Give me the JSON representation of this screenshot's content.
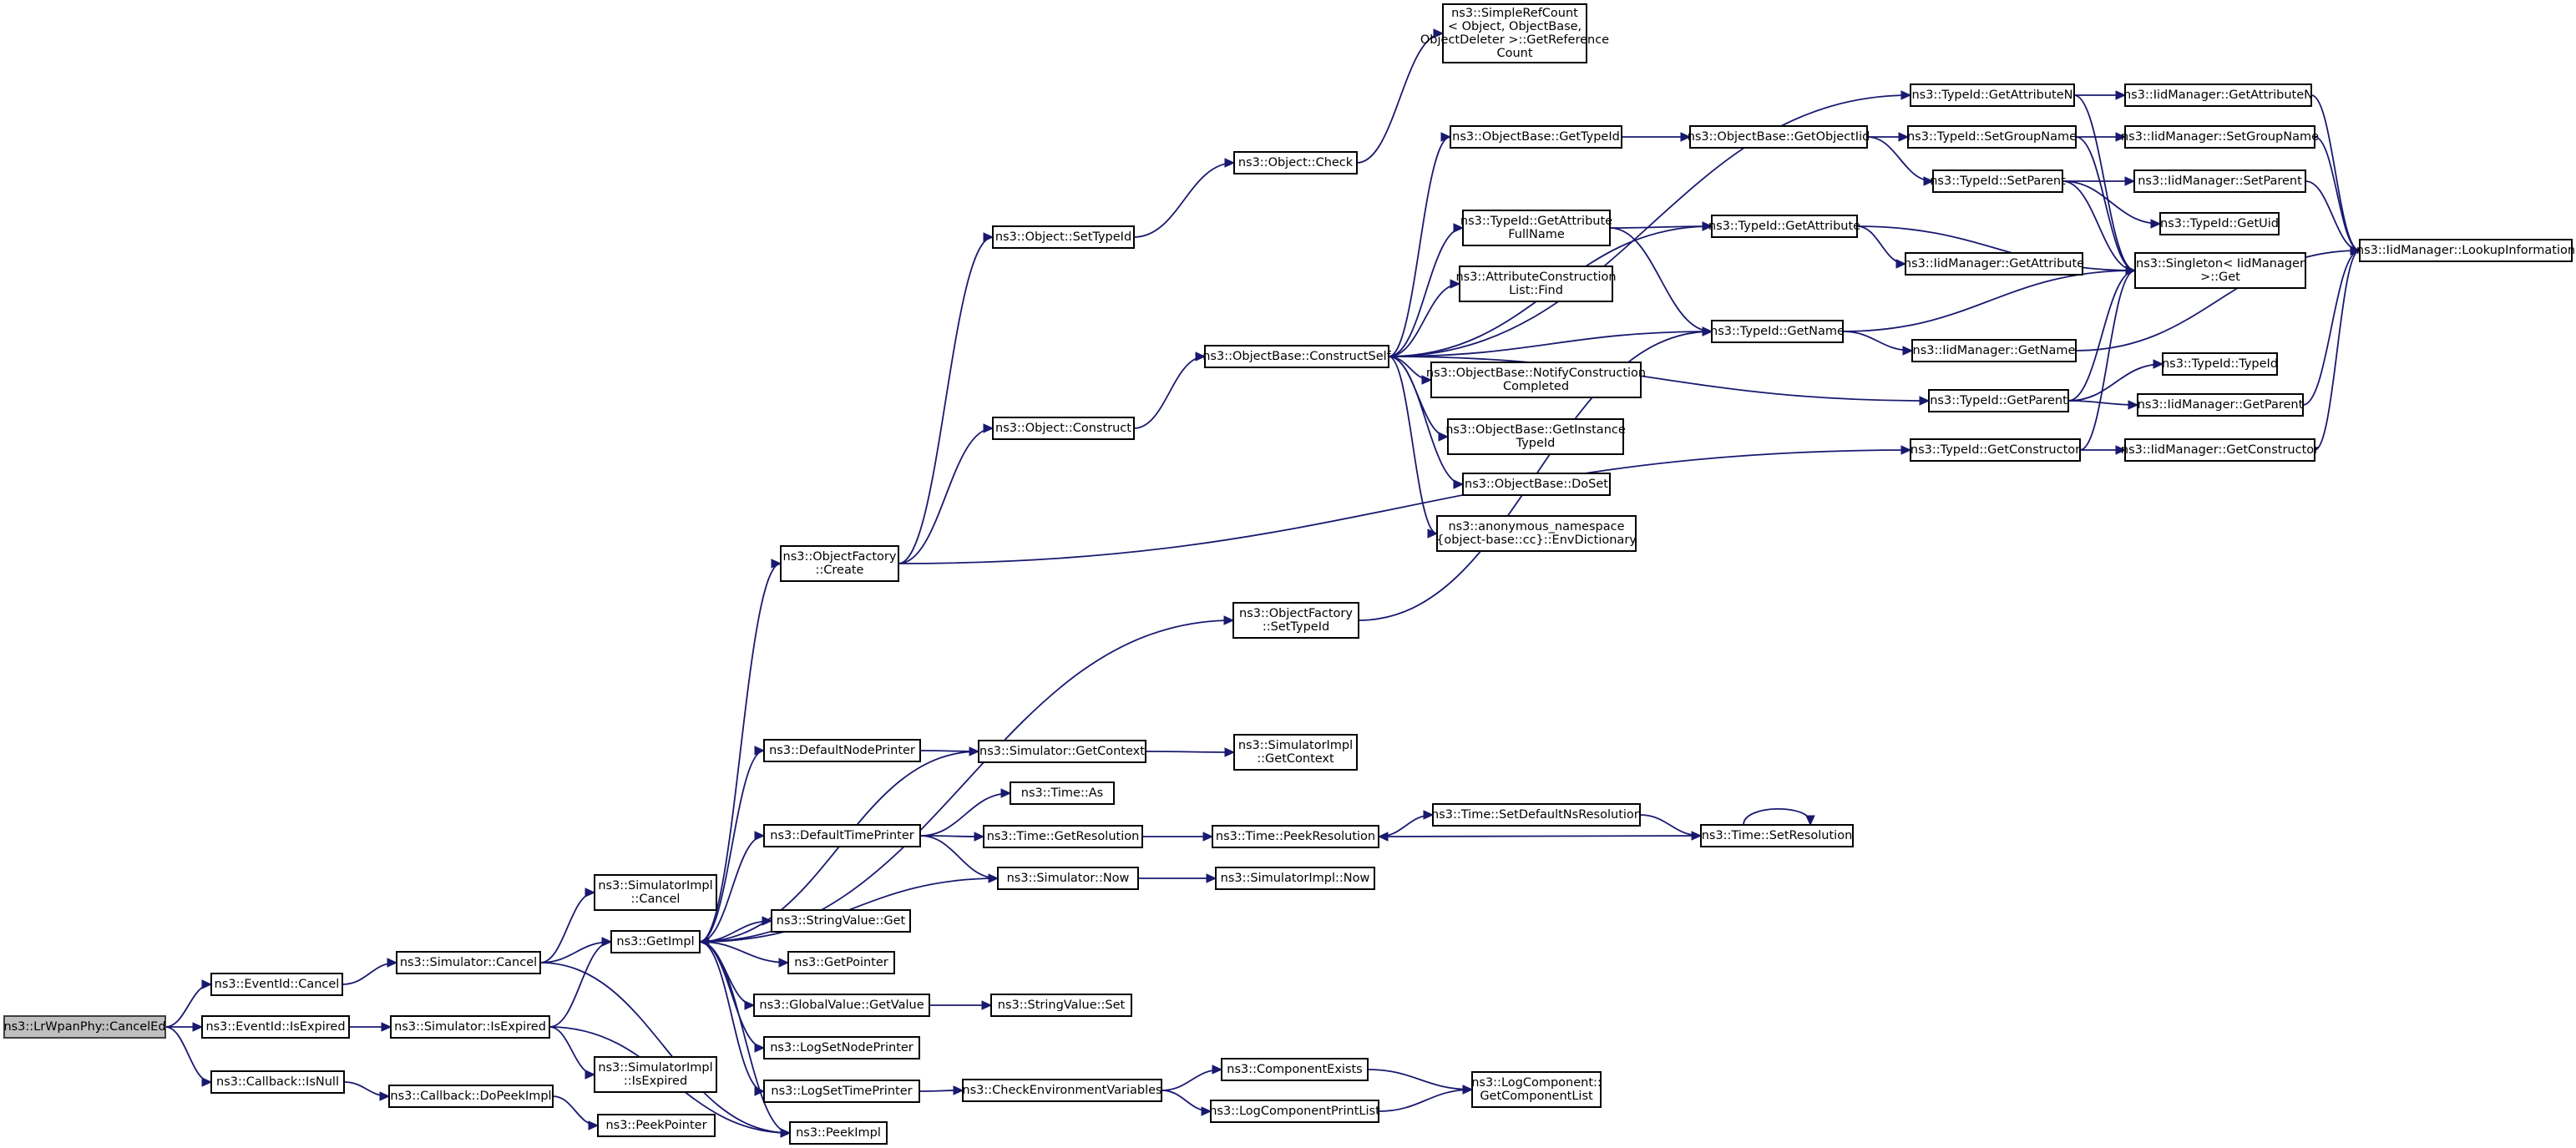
{
  "nodes": [
    {
      "id": "root",
      "lines": [
        "ns3::LrWpanPhy::CancelEd"
      ]
    },
    {
      "id": "eid_cancel",
      "lines": [
        "ns3::EventId::Cancel"
      ]
    },
    {
      "id": "eid_isexpired",
      "lines": [
        "ns3::EventId::IsExpired"
      ]
    },
    {
      "id": "cb_isnull",
      "lines": [
        "ns3::Callback::IsNull"
      ]
    },
    {
      "id": "sim_cancel",
      "lines": [
        "ns3::Simulator::Cancel"
      ]
    },
    {
      "id": "sim_isexpired",
      "lines": [
        "ns3::Simulator::IsExpired"
      ]
    },
    {
      "id": "cb_dopeek",
      "lines": [
        "ns3::Callback::DoPeekImpl"
      ]
    },
    {
      "id": "simimpl_cancel",
      "lines": [
        "ns3::SimulatorImpl",
        "::Cancel"
      ]
    },
    {
      "id": "getimpl",
      "lines": [
        "ns3::GetImpl"
      ]
    },
    {
      "id": "simimpl_isexpired",
      "lines": [
        "ns3::SimulatorImpl",
        "::IsExpired"
      ]
    },
    {
      "id": "peekpointer",
      "lines": [
        "ns3::PeekPointer"
      ]
    },
    {
      "id": "peekimpl",
      "lines": [
        "ns3::PeekImpl"
      ]
    },
    {
      "id": "objfactory_create",
      "lines": [
        "ns3::ObjectFactory",
        "::Create"
      ]
    },
    {
      "id": "defnodeprinter",
      "lines": [
        "ns3::DefaultNodePrinter"
      ]
    },
    {
      "id": "deftimeprinter",
      "lines": [
        "ns3::DefaultTimePrinter"
      ]
    },
    {
      "id": "stringvalue_get",
      "lines": [
        "ns3::StringValue::Get"
      ]
    },
    {
      "id": "getpointer",
      "lines": [
        "ns3::GetPointer"
      ]
    },
    {
      "id": "globalvalue_getvalue",
      "lines": [
        "ns3::GlobalValue::GetValue"
      ]
    },
    {
      "id": "logsetnodeprinter",
      "lines": [
        "ns3::LogSetNodePrinter"
      ]
    },
    {
      "id": "logsettimeprinter",
      "lines": [
        "ns3::LogSetTimePrinter"
      ]
    },
    {
      "id": "object_settypeid",
      "lines": [
        "ns3::Object::SetTypeId"
      ]
    },
    {
      "id": "object_construct",
      "lines": [
        "ns3::Object::Construct"
      ]
    },
    {
      "id": "sim_getcontext",
      "lines": [
        "ns3::Simulator::GetContext"
      ]
    },
    {
      "id": "time_as",
      "lines": [
        "ns3::Time::As"
      ]
    },
    {
      "id": "time_getresolution",
      "lines": [
        "ns3::Time::GetResolution"
      ]
    },
    {
      "id": "sim_now",
      "lines": [
        "ns3::Simulator::Now"
      ]
    },
    {
      "id": "stringvalue_set",
      "lines": [
        "ns3::StringValue::Set"
      ]
    },
    {
      "id": "checkenvvars",
      "lines": [
        "ns3::CheckEnvironmentVariables"
      ]
    },
    {
      "id": "object_check",
      "lines": [
        "ns3::Object::Check"
      ]
    },
    {
      "id": "objbase_constructself",
      "lines": [
        "ns3::ObjectBase::ConstructSelf"
      ]
    },
    {
      "id": "objfactory_settypeid",
      "lines": [
        "ns3::ObjectFactory",
        "::SetTypeId"
      ]
    },
    {
      "id": "simimpl_getcontext",
      "lines": [
        "ns3::SimulatorImpl",
        "::GetContext"
      ]
    },
    {
      "id": "time_peekresolution",
      "lines": [
        "ns3::Time::PeekResolution"
      ]
    },
    {
      "id": "simimpl_now",
      "lines": [
        "ns3::SimulatorImpl::Now"
      ]
    },
    {
      "id": "componentexists",
      "lines": [
        "ns3::ComponentExists"
      ]
    },
    {
      "id": "logcomponentprintlist",
      "lines": [
        "ns3::LogComponentPrintList"
      ]
    },
    {
      "id": "simplerefcount",
      "lines": [
        "ns3::SimpleRefCount",
        "< Object, ObjectBase,",
        "ObjectDeleter >::GetReference",
        "Count"
      ]
    },
    {
      "id": "objbase_gettypeid",
      "lines": [
        "ns3::ObjectBase::GetTypeId"
      ]
    },
    {
      "id": "typeid_getattrfullname",
      "lines": [
        "ns3::TypeId::GetAttribute",
        "FullName"
      ]
    },
    {
      "id": "attrconstrlist_find",
      "lines": [
        "ns3::AttributeConstruction",
        "List::Find"
      ]
    },
    {
      "id": "objbase_notifyconstr",
      "lines": [
        "ns3::ObjectBase::NotifyConstruction",
        "Completed"
      ]
    },
    {
      "id": "objbase_getinstancetypeid",
      "lines": [
        "ns3::ObjectBase::GetInstance",
        "TypeId"
      ]
    },
    {
      "id": "objbase_doset",
      "lines": [
        "ns3::ObjectBase::DoSet"
      ]
    },
    {
      "id": "anon_envdict",
      "lines": [
        "ns3::anonymous_namespace",
        "{object-base::cc}::EnvDictionary"
      ]
    },
    {
      "id": "time_setdefaultnsres",
      "lines": [
        "ns3::Time::SetDefaultNsResolution"
      ]
    },
    {
      "id": "logcomp_getcomplist",
      "lines": [
        "ns3::LogComponent::",
        "GetComponentList"
      ]
    },
    {
      "id": "objbase_getobjectiid",
      "lines": [
        "ns3::ObjectBase::GetObjectIid"
      ]
    },
    {
      "id": "typeid_getattribute",
      "lines": [
        "ns3::TypeId::GetAttribute"
      ]
    },
    {
      "id": "typeid_getname",
      "lines": [
        "ns3::TypeId::GetName"
      ]
    },
    {
      "id": "time_setresolution",
      "lines": [
        "ns3::Time::SetResolution"
      ]
    },
    {
      "id": "typeid_getattributen",
      "lines": [
        "ns3::TypeId::GetAttributeN"
      ]
    },
    {
      "id": "typeid_setgroupname",
      "lines": [
        "ns3::TypeId::SetGroupName"
      ]
    },
    {
      "id": "typeid_setparent",
      "lines": [
        "ns3::TypeId::SetParent"
      ]
    },
    {
      "id": "iidmgr_getattribute",
      "lines": [
        "ns3::IidManager::GetAttribute"
      ]
    },
    {
      "id": "iidmgr_getname",
      "lines": [
        "ns3::IidManager::GetName"
      ]
    },
    {
      "id": "typeid_getparent",
      "lines": [
        "ns3::TypeId::GetParent"
      ]
    },
    {
      "id": "typeid_getconstructor",
      "lines": [
        "ns3::TypeId::GetConstructor"
      ]
    },
    {
      "id": "iidmgr_getattributen",
      "lines": [
        "ns3::IidManager::GetAttributeN"
      ]
    },
    {
      "id": "iidmgr_setgroupname",
      "lines": [
        "ns3::IidManager::SetGroupName"
      ]
    },
    {
      "id": "iidmgr_setparent",
      "lines": [
        "ns3::IidManager::SetParent"
      ]
    },
    {
      "id": "typeid_getuid",
      "lines": [
        "ns3::TypeId::GetUid"
      ]
    },
    {
      "id": "singleton_get",
      "lines": [
        "ns3::Singleton< IidManager",
        " >::Get"
      ]
    },
    {
      "id": "typeid_typeid",
      "lines": [
        "ns3::TypeId::TypeId"
      ]
    },
    {
      "id": "iidmgr_getparent",
      "lines": [
        "ns3::IidManager::GetParent"
      ]
    },
    {
      "id": "iidmgr_getconstructor",
      "lines": [
        "ns3::IidManager::GetConstructor"
      ]
    },
    {
      "id": "iidmgr_lookupinfo",
      "lines": [
        "ns3::IidManager::LookupInformation"
      ]
    }
  ],
  "edges": [
    [
      "root",
      "eid_cancel"
    ],
    [
      "root",
      "eid_isexpired"
    ],
    [
      "root",
      "cb_isnull"
    ],
    [
      "eid_cancel",
      "sim_cancel"
    ],
    [
      "eid_isexpired",
      "sim_isexpired"
    ],
    [
      "cb_isnull",
      "cb_dopeek"
    ],
    [
      "sim_cancel",
      "getimpl"
    ],
    [
      "sim_cancel",
      "simimpl_cancel"
    ],
    [
      "sim_cancel",
      "peekimpl"
    ],
    [
      "sim_isexpired",
      "getimpl"
    ],
    [
      "sim_isexpired",
      "simimpl_isexpired"
    ],
    [
      "sim_isexpired",
      "peekimpl"
    ],
    [
      "cb_dopeek",
      "peekpointer"
    ],
    [
      "getimpl",
      "objfactory_create"
    ],
    [
      "getimpl",
      "objfactory_settypeid"
    ],
    [
      "getimpl",
      "defnodeprinter"
    ],
    [
      "getimpl",
      "deftimeprinter"
    ],
    [
      "getimpl",
      "stringvalue_get"
    ],
    [
      "getimpl",
      "getpointer"
    ],
    [
      "getimpl",
      "globalvalue_getvalue"
    ],
    [
      "getimpl",
      "logsetnodeprinter"
    ],
    [
      "getimpl",
      "logsettimeprinter"
    ],
    [
      "getimpl",
      "peekimpl"
    ],
    [
      "objfactory_create",
      "object_settypeid"
    ],
    [
      "objfactory_create",
      "object_construct"
    ],
    [
      "objfactory_create",
      "typeid_getconstructor"
    ],
    [
      "object_settypeid",
      "object_check"
    ],
    [
      "object_check",
      "simplerefcount"
    ],
    [
      "object_construct",
      "objbase_constructself"
    ],
    [
      "objbase_constructself",
      "objbase_gettypeid"
    ],
    [
      "objbase_constructself",
      "typeid_getattrfullname"
    ],
    [
      "objbase_constructself",
      "attrconstrlist_find"
    ],
    [
      "objbase_constructself",
      "objbase_notifyconstr"
    ],
    [
      "objbase_constructself",
      "objbase_getinstancetypeid"
    ],
    [
      "objbase_constructself",
      "objbase_doset"
    ],
    [
      "objbase_constructself",
      "anon_envdict"
    ],
    [
      "objbase_constructself",
      "typeid_getname"
    ],
    [
      "objbase_constructself",
      "typeid_getattribute"
    ],
    [
      "objbase_constructself",
      "typeid_getattributen"
    ],
    [
      "objbase_constructself",
      "typeid_getparent"
    ],
    [
      "objbase_gettypeid",
      "objbase_getobjectiid"
    ],
    [
      "objbase_getobjectiid",
      "typeid_setgroupname"
    ],
    [
      "objbase_getobjectiid",
      "typeid_setparent"
    ],
    [
      "typeid_getattrfullname",
      "typeid_getattribute"
    ],
    [
      "typeid_getattrfullname",
      "typeid_getname"
    ],
    [
      "typeid_getattribute",
      "iidmgr_getattribute"
    ],
    [
      "typeid_getattribute",
      "singleton_get"
    ],
    [
      "typeid_getname",
      "iidmgr_getname"
    ],
    [
      "typeid_getname",
      "singleton_get"
    ],
    [
      "typeid_getattributen",
      "iidmgr_getattributen"
    ],
    [
      "typeid_getattributen",
      "singleton_get"
    ],
    [
      "typeid_setgroupname",
      "iidmgr_setgroupname"
    ],
    [
      "typeid_setgroupname",
      "singleton_get"
    ],
    [
      "typeid_setparent",
      "iidmgr_setparent"
    ],
    [
      "typeid_setparent",
      "typeid_getuid"
    ],
    [
      "typeid_setparent",
      "singleton_get"
    ],
    [
      "typeid_getparent",
      "typeid_typeid"
    ],
    [
      "typeid_getparent",
      "iidmgr_getparent"
    ],
    [
      "typeid_getparent",
      "singleton_get"
    ],
    [
      "typeid_getconstructor",
      "iidmgr_getconstructor"
    ],
    [
      "typeid_getconstructor",
      "singleton_get"
    ],
    [
      "iidmgr_getattributen",
      "iidmgr_lookupinfo"
    ],
    [
      "iidmgr_setgroupname",
      "iidmgr_lookupinfo"
    ],
    [
      "iidmgr_setparent",
      "iidmgr_lookupinfo"
    ],
    [
      "iidmgr_getname",
      "iidmgr_lookupinfo"
    ],
    [
      "iidmgr_getparent",
      "iidmgr_lookupinfo"
    ],
    [
      "iidmgr_getconstructor",
      "iidmgr_lookupinfo"
    ],
    [
      "objfactory_settypeid",
      "typeid_getname"
    ],
    [
      "defnodeprinter",
      "sim_getcontext"
    ],
    [
      "sim_getcontext",
      "getimpl"
    ],
    [
      "sim_getcontext",
      "simimpl_getcontext"
    ],
    [
      "deftimeprinter",
      "time_as"
    ],
    [
      "deftimeprinter",
      "time_getresolution"
    ],
    [
      "deftimeprinter",
      "sim_now"
    ],
    [
      "time_getresolution",
      "time_peekresolution"
    ],
    [
      "time_setdefaultnsres",
      "time_setresolution"
    ],
    [
      "time_peekresolution",
      "time_setdefaultnsres"
    ],
    [
      "time_setresolution",
      "time_peekresolution"
    ],
    [
      "time_setresolution",
      "time_setresolution"
    ],
    [
      "sim_now",
      "getimpl"
    ],
    [
      "sim_now",
      "simimpl_now"
    ],
    [
      "globalvalue_getvalue",
      "stringvalue_set"
    ],
    [
      "logsettimeprinter",
      "checkenvvars"
    ],
    [
      "checkenvvars",
      "componentexists"
    ],
    [
      "checkenvvars",
      "logcomponentprintlist"
    ],
    [
      "componentexists",
      "logcomp_getcomplist"
    ],
    [
      "logcomponentprintlist",
      "logcomp_getcomplist"
    ]
  ]
}
